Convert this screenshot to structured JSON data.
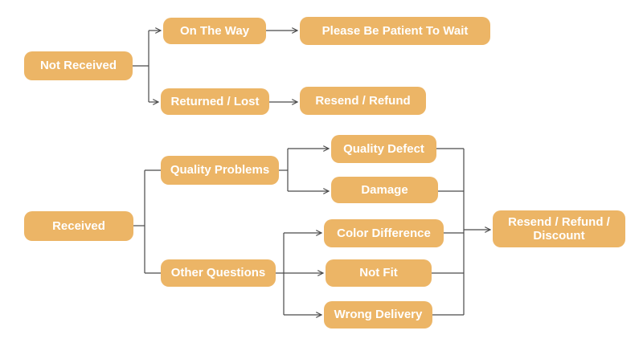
{
  "colors": {
    "background": "#ffffff",
    "node_fill": "#ecb566",
    "node_text": "#ffffff",
    "connector": "#4a4a4a"
  },
  "nodes": {
    "not_received": {
      "label": "Not Received"
    },
    "on_the_way": {
      "label": "On The Way"
    },
    "please_be_patient": {
      "label": "Please Be Patient To Wait"
    },
    "returned_lost": {
      "label": "Returned / Lost"
    },
    "resend_refund": {
      "label": "Resend / Refund"
    },
    "received": {
      "label": "Received"
    },
    "quality_problems": {
      "label": "Quality Problems"
    },
    "quality_defect": {
      "label": "Quality Defect"
    },
    "damage": {
      "label": "Damage"
    },
    "other_questions": {
      "label": "Other Questions"
    },
    "color_difference": {
      "label": "Color Difference"
    },
    "not_fit": {
      "label": "Not Fit"
    },
    "wrong_delivery": {
      "label": "Wrong Delivery"
    },
    "resend_refund_discount": {
      "label": "Resend / Refund / Discount"
    }
  },
  "edges": [
    {
      "from": "not_received",
      "to": "on_the_way",
      "arrow": true
    },
    {
      "from": "not_received",
      "to": "returned_lost",
      "arrow": true
    },
    {
      "from": "on_the_way",
      "to": "please_be_patient",
      "arrow": true
    },
    {
      "from": "returned_lost",
      "to": "resend_refund",
      "arrow": true
    },
    {
      "from": "received",
      "to": "quality_problems",
      "arrow": false
    },
    {
      "from": "received",
      "to": "other_questions",
      "arrow": false
    },
    {
      "from": "quality_problems",
      "to": "quality_defect",
      "arrow": true
    },
    {
      "from": "quality_problems",
      "to": "damage",
      "arrow": true
    },
    {
      "from": "other_questions",
      "to": "color_difference",
      "arrow": true
    },
    {
      "from": "other_questions",
      "to": "not_fit",
      "arrow": true
    },
    {
      "from": "other_questions",
      "to": "wrong_delivery",
      "arrow": true
    },
    {
      "from": "quality_defect",
      "to": "resend_refund_discount",
      "arrow": true
    },
    {
      "from": "damage",
      "to": "resend_refund_discount",
      "arrow": true
    },
    {
      "from": "color_difference",
      "to": "resend_refund_discount",
      "arrow": true
    },
    {
      "from": "not_fit",
      "to": "resend_refund_discount",
      "arrow": true
    },
    {
      "from": "wrong_delivery",
      "to": "resend_refund_discount",
      "arrow": true
    }
  ]
}
